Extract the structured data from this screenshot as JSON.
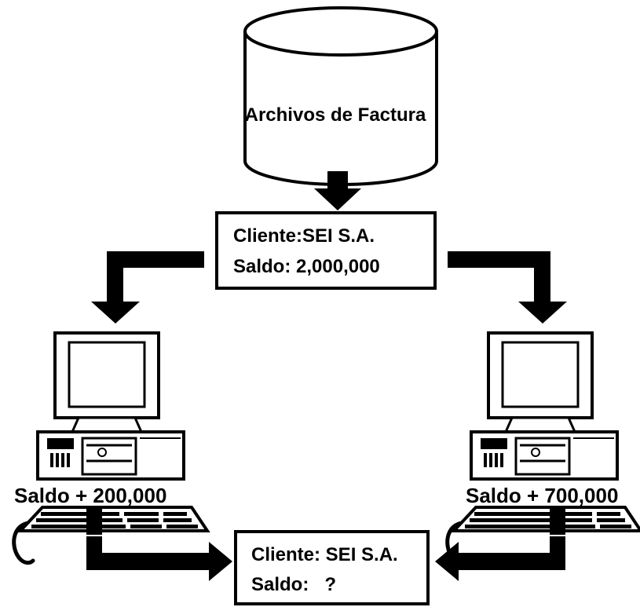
{
  "database": {
    "label": "Archivos de Factura"
  },
  "record_top": {
    "line1": "Cliente:SEI S.A.",
    "line2": "Saldo: 2,000,000"
  },
  "left_computer": {
    "caption": "Saldo + 200,000"
  },
  "right_computer": {
    "caption": "Saldo + 700,000"
  },
  "record_bottom": {
    "line1": "Cliente: SEI S.A.",
    "line2": "Saldo:   ?"
  },
  "colors": {
    "ink": "#000000",
    "paper": "#ffffff"
  }
}
